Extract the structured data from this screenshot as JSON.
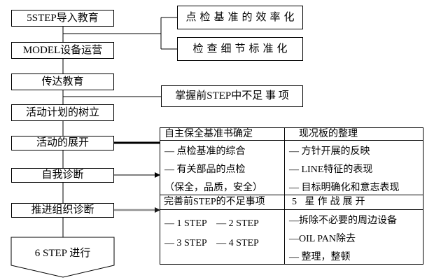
{
  "flow": {
    "boxes": [
      {
        "label": "5STEP导入教育"
      },
      {
        "label": "MODEL设备运营"
      },
      {
        "label": "传达教育"
      },
      {
        "label": "活动计划的树立"
      },
      {
        "label": "活动的展开"
      },
      {
        "label": "自我诊断"
      },
      {
        "label": "推进组织诊断"
      }
    ],
    "terminal": {
      "label": "6 STEP 进行"
    }
  },
  "callouts": [
    {
      "label": "点检基准的效率化"
    },
    {
      "label": "检查细节标准化"
    },
    {
      "label": "掌握前STEP中不足 事 项"
    }
  ],
  "table": {
    "col1": {
      "header1": "自主保全基准书确定",
      "rows1": [
        "— 点检基准的综合",
        "— 有关部品的点检",
        "（保全，品质，安全）"
      ],
      "header2": "完善前STEP的不足事项",
      "rows2": [
        "— 1 STEP　— 2 STEP",
        "— 3 STEP　— 4 STEP"
      ]
    },
    "col2": {
      "header1": "现况板的整理",
      "rows1": [
        "— 方针开展的反映",
        "— LINE特征的表现",
        "— 目标明确化和意志表现"
      ],
      "header2": "5 星作战展开",
      "rows2": [
        "—拆除不必要的周边设备",
        "—OIL PAN除去",
        "— 整理，整顿"
      ]
    }
  },
  "colors": {
    "line": "#000000",
    "background": "#ffffff",
    "gray_arrow": "#909090"
  }
}
